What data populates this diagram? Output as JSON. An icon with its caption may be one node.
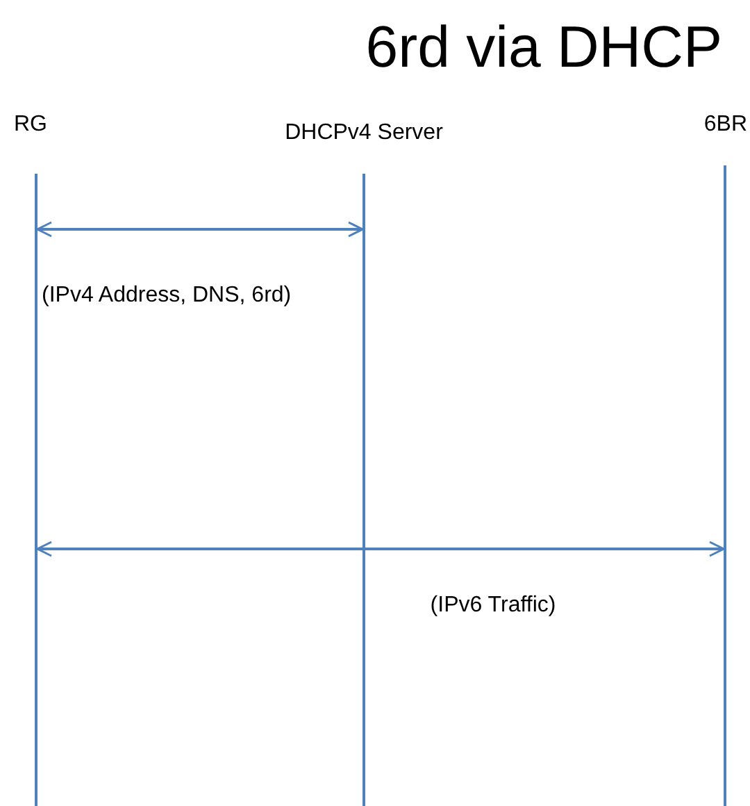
{
  "diagram": {
    "title": "6rd via DHCP",
    "nodes": [
      {
        "text": [],
        "shape": "bar",
        "beside": [
          "RG"
        ]
      },
      {
        "text": [],
        "shape": "bar",
        "beside": [
          "DHCPv4 Server"
        ]
      },
      {
        "text": [],
        "shape": "bar",
        "beside": [
          "6BR"
        ]
      }
    ],
    "edges": [
      {
        "from": 0,
        "to": 1,
        "arrow": "both",
        "label": "(IPv4 Address, DNS, 6rd)"
      },
      {
        "from": 0,
        "to": 2,
        "arrow": "both",
        "label": "(IPv6 Traffic)"
      }
    ]
  }
}
